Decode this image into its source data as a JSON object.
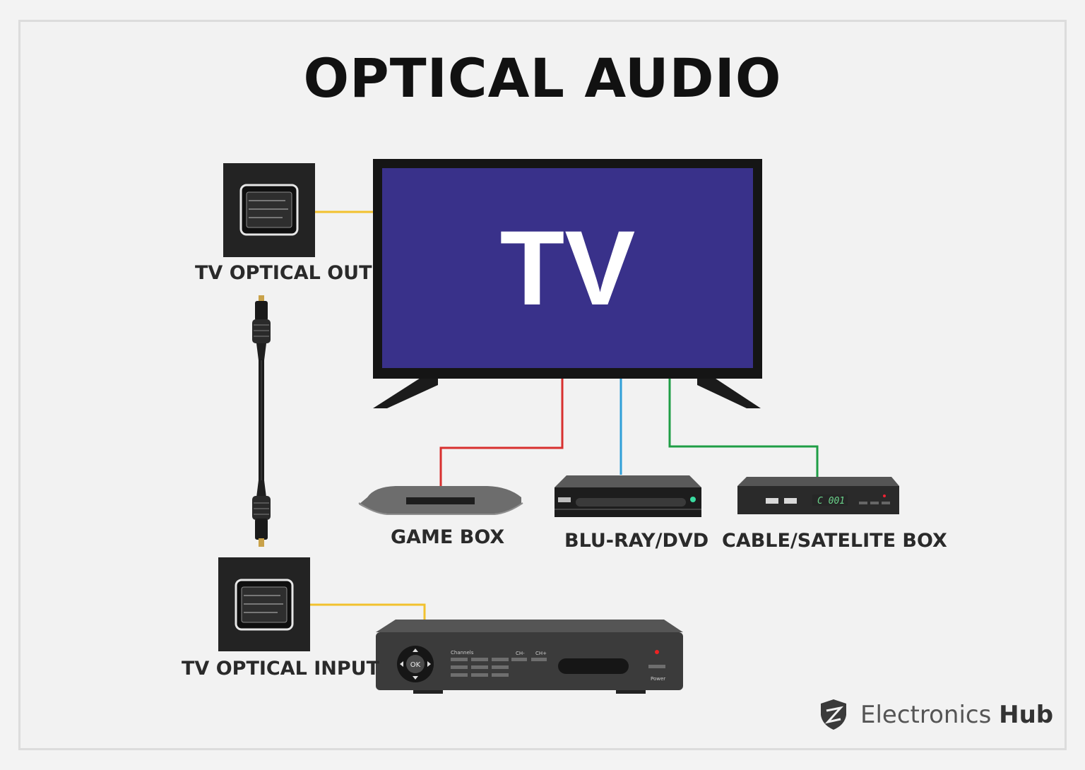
{
  "title": "OPTICAL AUDIO",
  "tv": {
    "label": "TV",
    "screen_color": "#39318a"
  },
  "ports": {
    "out_label": "TV OPTICAL OUT",
    "in_label": "TV OPTICAL INPUT"
  },
  "devices": {
    "game_box": "GAME BOX",
    "bluray": "BLU-RAY/DVD",
    "cable_box": "CABLE/SATELITE BOX",
    "cable_box_display": "C 001"
  },
  "receiver": {
    "ok_label": "OK",
    "channels_label": "Channels",
    "ch_minus": "CH-",
    "ch_plus": "CH+",
    "power_label": "Power"
  },
  "wire_colors": {
    "optical": "#f2c12e",
    "game": "#d8302f",
    "bluray": "#2f9fd8",
    "cable": "#1f9e45"
  },
  "brand": {
    "name_light": "Electronics",
    "name_bold": "Hub"
  }
}
